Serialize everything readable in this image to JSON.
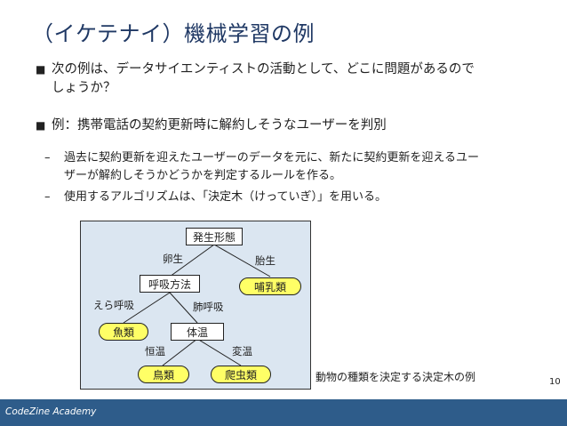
{
  "slide": {
    "title": "（イケテナイ）機械学習の例",
    "bullets": [
      {
        "mark": "■",
        "text": "次の例は、データサイエンティストの活動として、どこに問題があるので"
      },
      {
        "mark": "",
        "text": "しょうか？"
      },
      {
        "mark": "■",
        "text": "例：携帯電話の契約更新時に解約しそうなユーザーを判別"
      }
    ],
    "sub_bullets": [
      {
        "dash": "–",
        "line1": "過去に契約更新を迎えたユーザーのデータを元に、新たに契約更新を迎えるユー",
        "line2": "ザーが解約しそうかどうかを判定するルールを作る。"
      },
      {
        "dash": "–",
        "line1": "使用するアルゴリズムは、「決定木（けっていぎ）」を用いる。"
      }
    ],
    "tree": {
      "root": "発生形態",
      "edge_oviparous": "卵生",
      "edge_viviparous": "胎生",
      "respiration": "呼吸方法",
      "mammal": "哺乳類",
      "edge_gill": "えら呼吸",
      "edge_lung": "肺呼吸",
      "fish": "魚類",
      "body_temp": "体温",
      "edge_constant": "恒温",
      "edge_variable": "変温",
      "bird": "鳥類",
      "reptile": "爬虫類"
    },
    "caption": "動物の種類を決定する決定木の例",
    "page_number": "10",
    "footer": "CodeZine Academy"
  }
}
